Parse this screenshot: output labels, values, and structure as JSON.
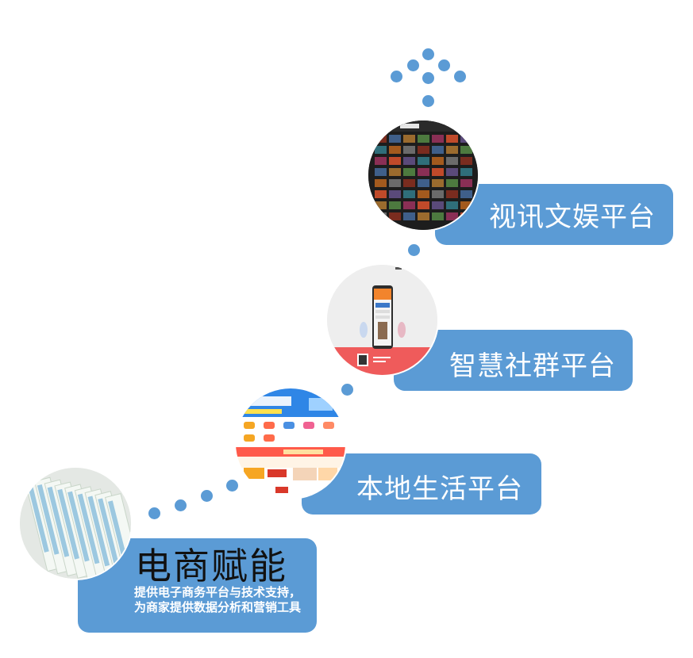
{
  "colors": {
    "accent": "#5b9bd5",
    "card_text": "#ffffff",
    "hero_text": "#111111"
  },
  "steps": [
    {
      "title": "电商赋能",
      "description": "提供电子商务平台与技术支持，为商家提供数据分析和营销工具",
      "image": "certificates-photo"
    },
    {
      "title": "本地生活平台",
      "image": "local-life-app-screenshot"
    },
    {
      "title": "智慧社群平台",
      "image": "smart-community-app-screenshot"
    },
    {
      "title": "视讯文娱平台",
      "image": "video-entertainment-grid-screenshot"
    }
  ],
  "decor": {
    "top_arrow": "dot-arrow-up-icon",
    "connector": "dotted-path"
  }
}
